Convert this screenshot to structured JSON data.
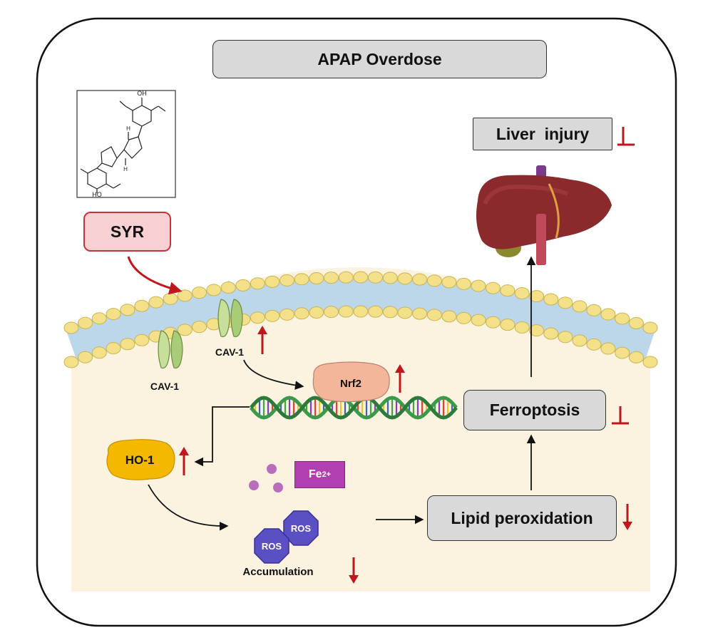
{
  "title": "APAP Overdose",
  "compound": {
    "label": "SYR",
    "oh_top": "OH",
    "oh_bottom": "HO",
    "h_top": "H",
    "h_bottom": "H"
  },
  "outcomes": {
    "liver_injury": "Liver  injury",
    "ferroptosis": "Ferroptosis",
    "lipid_peroxidation": "Lipid peroxidation"
  },
  "molecules": {
    "cav1_left": "CAV-1",
    "cav1_right": "CAV-1",
    "nrf2": "Nrf2",
    "ho1": "HO-1",
    "fe_base": "Fe",
    "fe_charge": "2+",
    "ros_a": "ROS",
    "ros_b": "ROS",
    "accumulation": "Accumulation"
  },
  "colors": {
    "up_arrow": "#c0161d",
    "inhibit": "#c0161d",
    "syr_fill": "#f7d0d3",
    "syr_border": "#c8323b",
    "box_fill": "#d9d9d9",
    "membrane_head": "#f5e08a",
    "cytoplasm": "#fbf3e0",
    "ros": "#5b4fc4",
    "fe_box": "#b23fb0",
    "ho1": "#f5b800",
    "nrf2": "#f4b69a"
  },
  "icons": {
    "up": "red-up-arrow-icon",
    "down": "red-down-arrow-icon",
    "inhibit": "inhibition-bar-icon",
    "liver": "liver-icon",
    "dna": "dna-helix-icon",
    "channel": "cav1-channel-icon"
  }
}
